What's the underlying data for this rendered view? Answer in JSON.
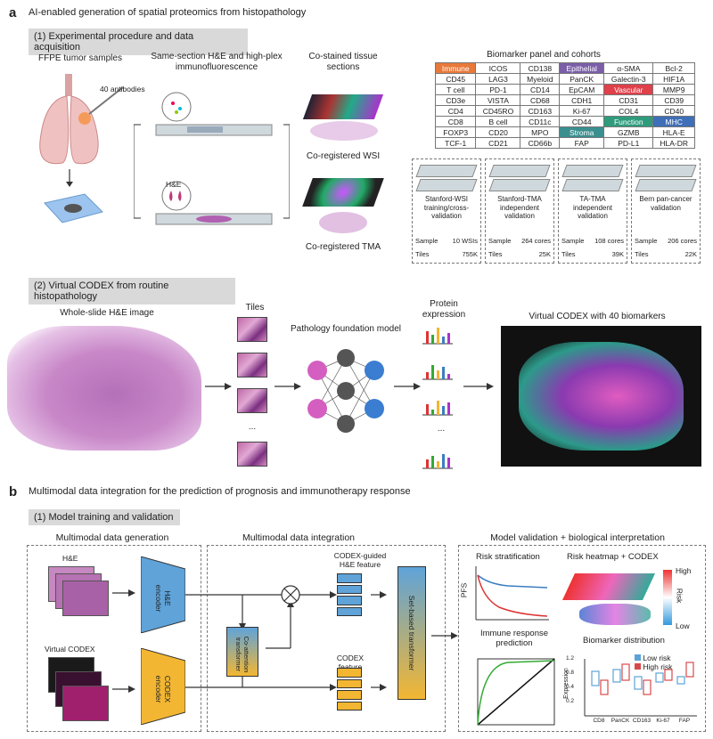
{
  "panel_a": {
    "letter": "a",
    "title": "AI-enabled generation of spatial proteomics from histopathology",
    "section1": "(1) Experimental procedure and data acquisition",
    "section2": "(2) Virtual CODEX from routine histopathology",
    "ffpe": "FFPE tumor samples",
    "antibodies": "40 antibodies",
    "same_section": "Same-section H&E and high-plex immunofluorescence",
    "he": "H&E",
    "co_stained": "Co-stained tissue sections",
    "co_wsi": "Co-registered WSI",
    "co_tma": "Co-registered TMA",
    "biomarker_title": "Biomarker panel and cohorts",
    "biomarker_rows": [
      [
        "Immune",
        "ICOS",
        "CD138",
        "Epithelial",
        "α-SMA",
        "Bcl-2"
      ],
      [
        "CD45",
        "LAG3",
        "Myeloid",
        "PanCK",
        "Galectin-3",
        "HIF1A"
      ],
      [
        "T cell",
        "PD-1",
        "CD14",
        "EpCAM",
        "Vascular",
        "MMP9"
      ],
      [
        "CD3e",
        "VISTA",
        "CD68",
        "CDH1",
        "CD31",
        "CD39"
      ],
      [
        "CD4",
        "CD45RO",
        "CD163",
        "Ki-67",
        "COL4",
        "CD40"
      ],
      [
        "CD8",
        "B cell",
        "CD11c",
        "CD44",
        "Function",
        "MHC"
      ],
      [
        "FOXP3",
        "CD20",
        "MPO",
        "Stroma",
        "GZMB",
        "HLA-E"
      ],
      [
        "TCF-1",
        "CD21",
        "CD66b",
        "FAP",
        "PD-L1",
        "HLA-DR"
      ]
    ],
    "cohorts": [
      {
        "name": "Stanford-WSI training/cross-validation",
        "sample_label": "Sample",
        "sample": "10 WSIs",
        "tiles_label": "Tiles",
        "tiles": "755K"
      },
      {
        "name": "Stanford-TMA independent validation",
        "sample_label": "Sample",
        "sample": "264 cores",
        "tiles_label": "Tiles",
        "tiles": "25K"
      },
      {
        "name": "TA-TMA independent validation",
        "sample_label": "Sample",
        "sample": "108 cores",
        "tiles_label": "Tiles",
        "tiles": "39K"
      },
      {
        "name": "Bern pan-cancer validation",
        "sample_label": "Sample",
        "sample": "206 cores",
        "tiles_label": "Tiles",
        "tiles": "22K"
      }
    ],
    "wsi_label": "Whole-slide H&E image",
    "tiles_label": "Tiles",
    "tiles_ellipsis": "...",
    "foundation": "Pathology foundation model",
    "protein": "Protein expression",
    "protein_ellipsis": "...",
    "virtual_codex": "Virtual CODEX with 40 biomarkers"
  },
  "panel_b": {
    "letter": "b",
    "title": "Multimodal data integration for the prediction of prognosis and immunotherapy response",
    "section1": "(1) Model training and validation",
    "gen_title": "Multimodal data generation",
    "he": "H&E",
    "virtual_codex": "Virtual CODEX",
    "he_encoder": "H&E encoder",
    "codex_encoder": "CODEX encoder",
    "integ_title": "Multimodal data integration",
    "coattn": "Co-attention transformer",
    "codex_guided": "CODEX-guided H&E feature",
    "codex_feature": "CODEX feature",
    "set_transformer": "Set-based transformer",
    "valid_title": "Model validation + biological interpretation",
    "risk_strat": "Risk stratification",
    "pfs": "PFS",
    "risk_heatmap": "Risk heatmap + CODEX",
    "high": "High",
    "low": "Low",
    "risk": "Risk",
    "immune_resp": "Immune response prediction",
    "biomarker_dist": "Biomarker distribution",
    "low_risk": "Low risk",
    "high_risk": "High risk",
    "expression": "Expression",
    "dist_ticks": [
      "1.2",
      "0.8",
      "0.4",
      "0.2"
    ],
    "dist_markers": [
      "CD8",
      "PanCK",
      "CD163",
      "Ki-67",
      "FAP"
    ]
  },
  "colors": {
    "immune": "#e8793a",
    "epithelial": "#7a5ea8",
    "vascular": "#e0404a",
    "function": "#2e9c7c",
    "mhc": "#3e6fb8",
    "stroma": "#3b8f8f",
    "he_encoder": "#5fa3d9",
    "codex_encoder": "#f2b632"
  }
}
